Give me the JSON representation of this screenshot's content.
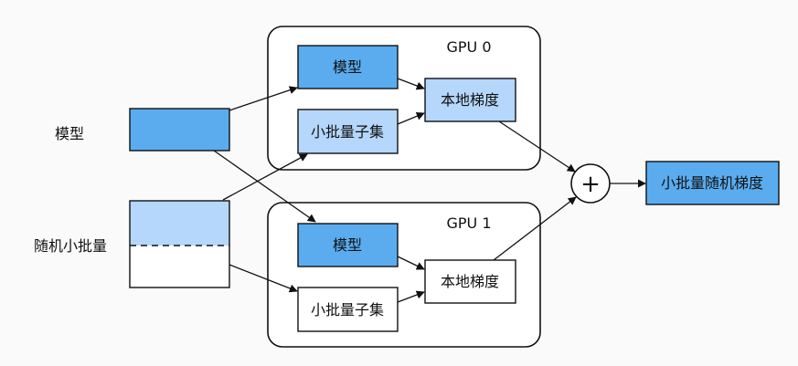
{
  "left": {
    "model_label": "模型",
    "batch_label": "随机小批量"
  },
  "gpu0": {
    "title": "GPU 0",
    "model": "模型",
    "subset": "小批量子集",
    "gradient": "本地梯度"
  },
  "gpu1": {
    "title": "GPU 1",
    "model": "模型",
    "subset": "小批量子集",
    "gradient": "本地梯度"
  },
  "sum": {
    "symbol": "+"
  },
  "output": {
    "label": "小批量随机梯度"
  },
  "colors": {
    "model_blue": "#5aacef",
    "light_blue": "#b5d7fb",
    "white": "#ffffff",
    "stroke": "#111111"
  }
}
